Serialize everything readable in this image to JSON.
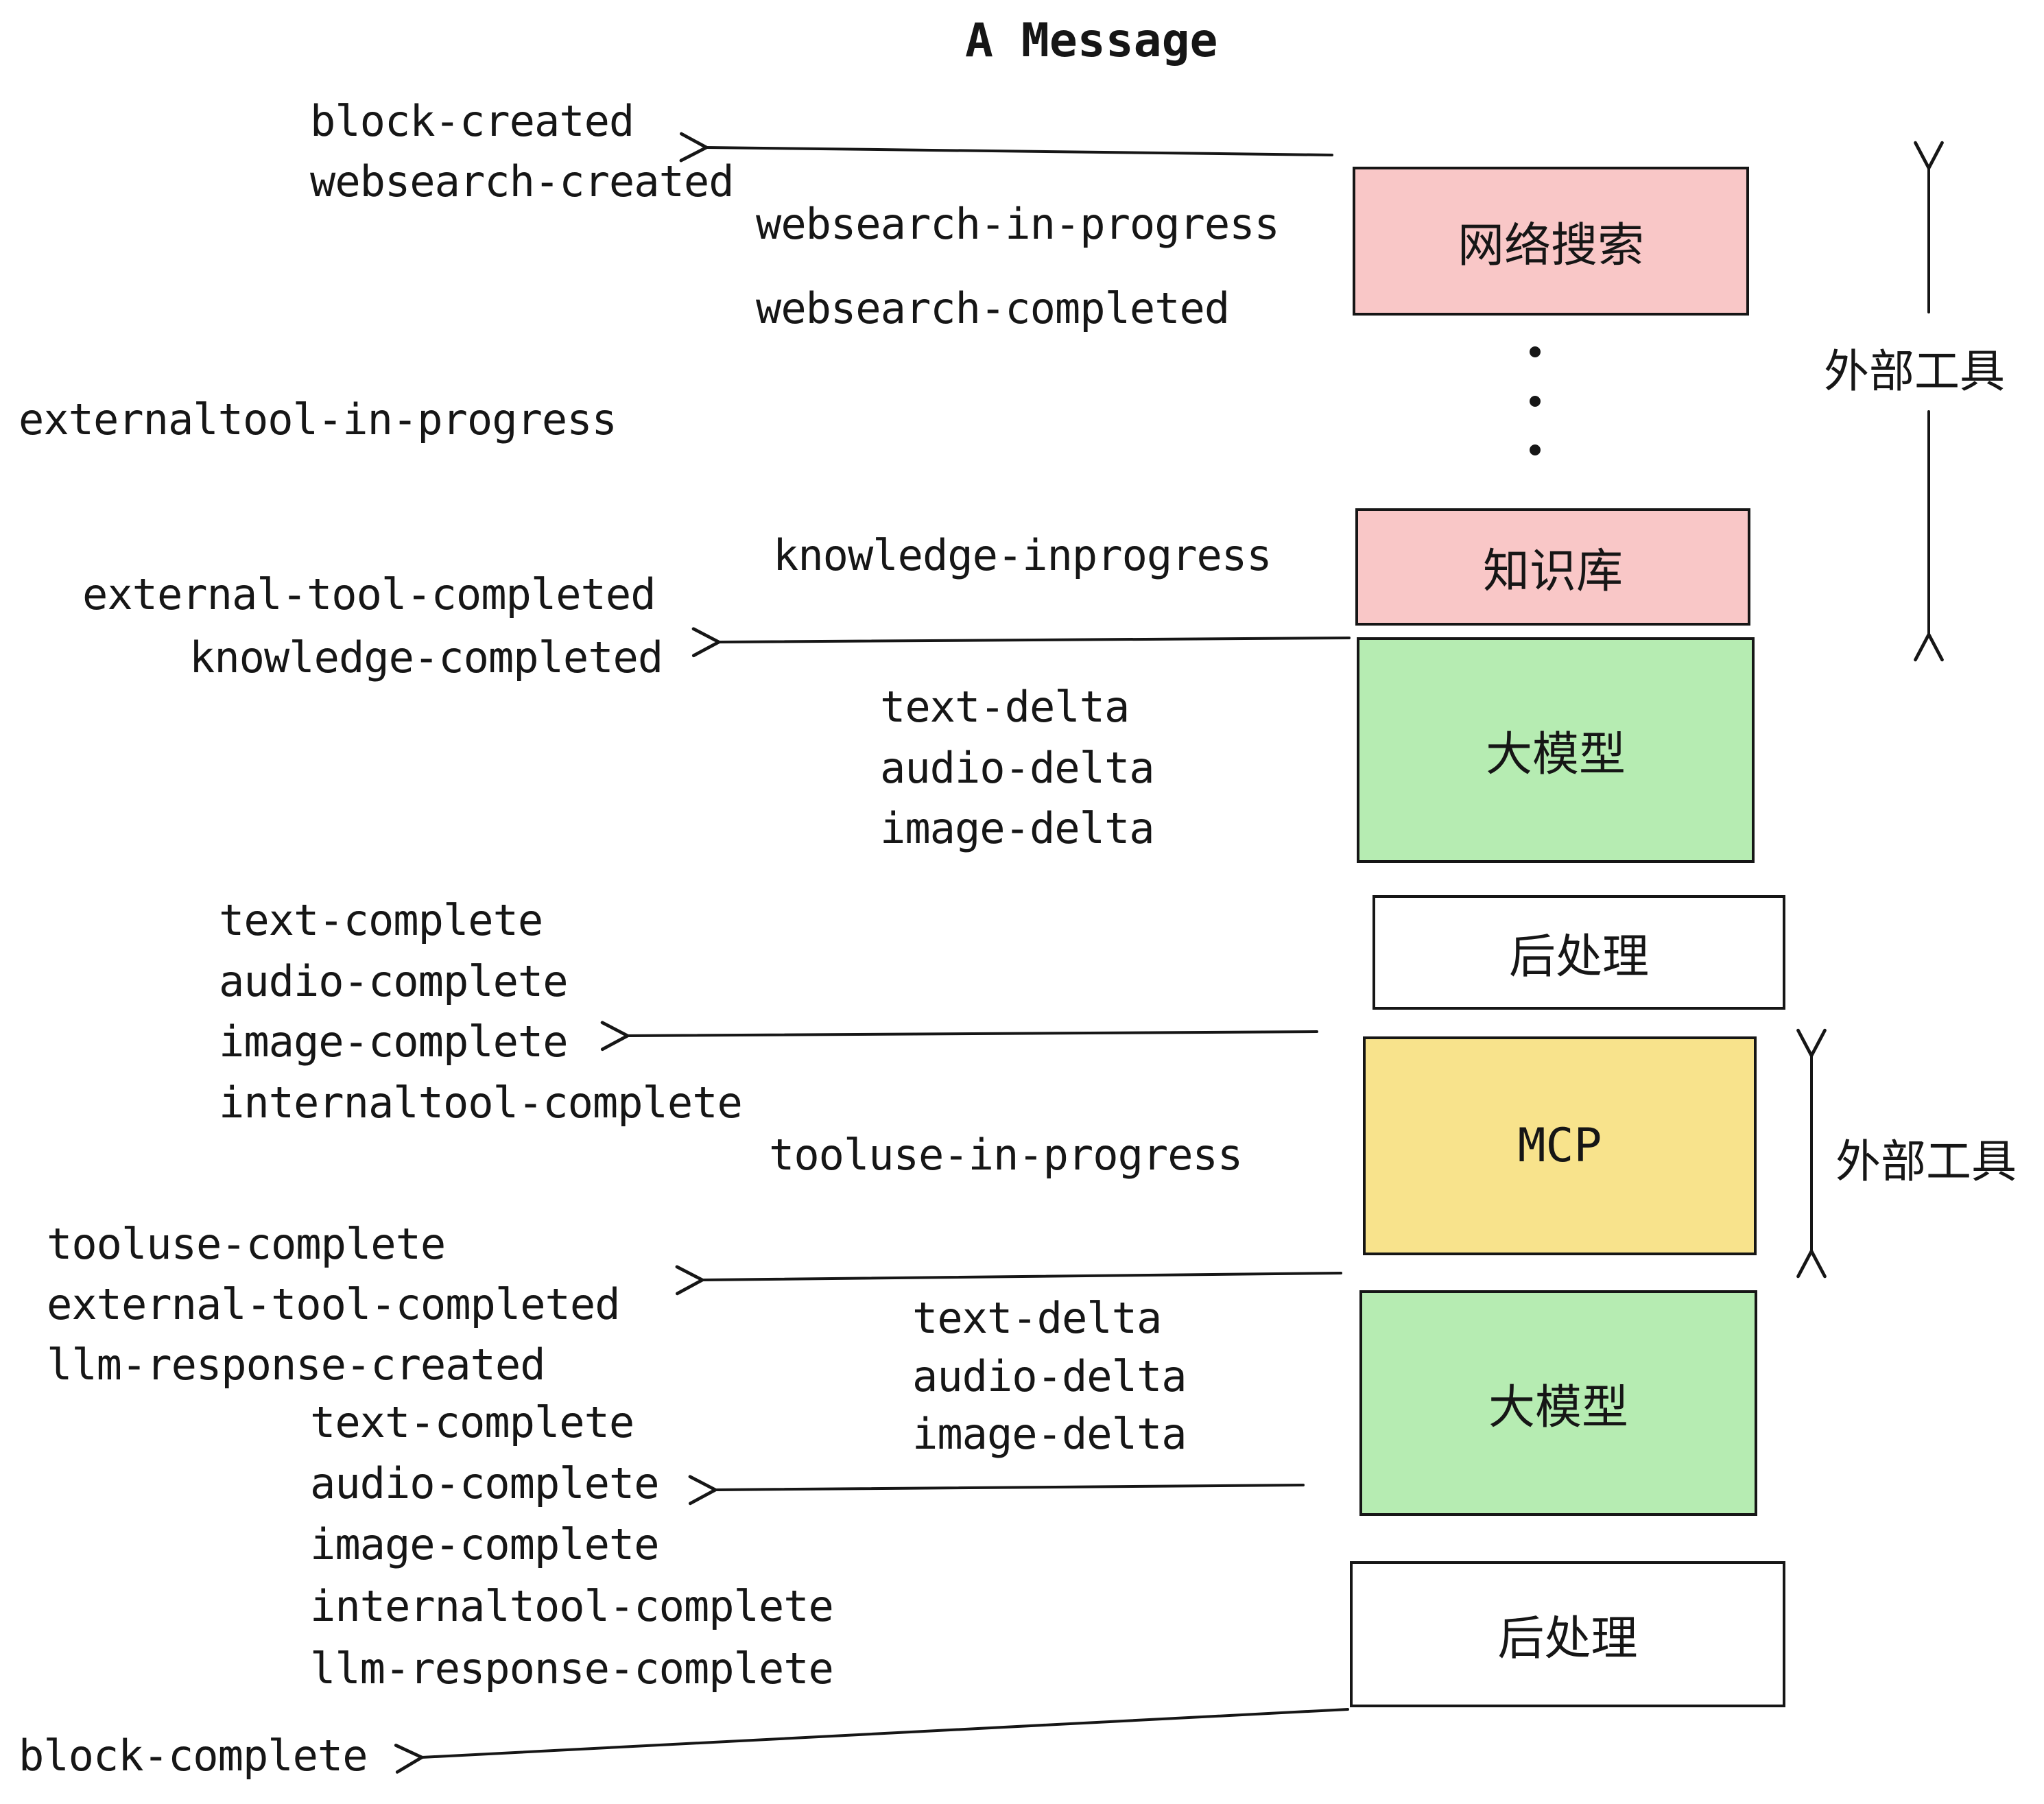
{
  "title": "A Message",
  "left_events": [
    "block-created",
    "websearch-created",
    "externaltool-in-progress",
    "external-tool-completed",
    "knowledge-completed",
    "text-complete",
    "audio-complete",
    "image-complete",
    "internaltool-complete",
    "tooluse-complete",
    "external-tool-completed",
    "llm-response-created",
    "text-complete",
    "audio-complete",
    "image-complete",
    "internaltool-complete",
    "llm-response-complete",
    "block-complete"
  ],
  "mid_events": [
    "websearch-in-progress",
    "websearch-completed",
    "knowledge-inprogress",
    "text-delta",
    "audio-delta",
    "image-delta",
    "tooluse-in-progress",
    "text-delta",
    "audio-delta",
    "image-delta"
  ],
  "boxes": [
    {
      "label": "网络搜索",
      "color": "#f9c7c7"
    },
    {
      "label": "知识库",
      "color": "#f9c7c7"
    },
    {
      "label": "大模型",
      "color": "#b6ecb2"
    },
    {
      "label": "后处理",
      "color": "#ffffff"
    },
    {
      "label": "MCP",
      "color": "#f8e38c"
    },
    {
      "label": "大模型",
      "color": "#b6ecb2"
    },
    {
      "label": "后处理",
      "color": "#ffffff"
    }
  ],
  "side_labels": [
    "外部工具",
    "外部工具"
  ],
  "colors": {
    "line": "#161616",
    "pink": "#f9c7c7",
    "green": "#b6ecb2",
    "yellow": "#f8e38c",
    "white": "#ffffff"
  }
}
